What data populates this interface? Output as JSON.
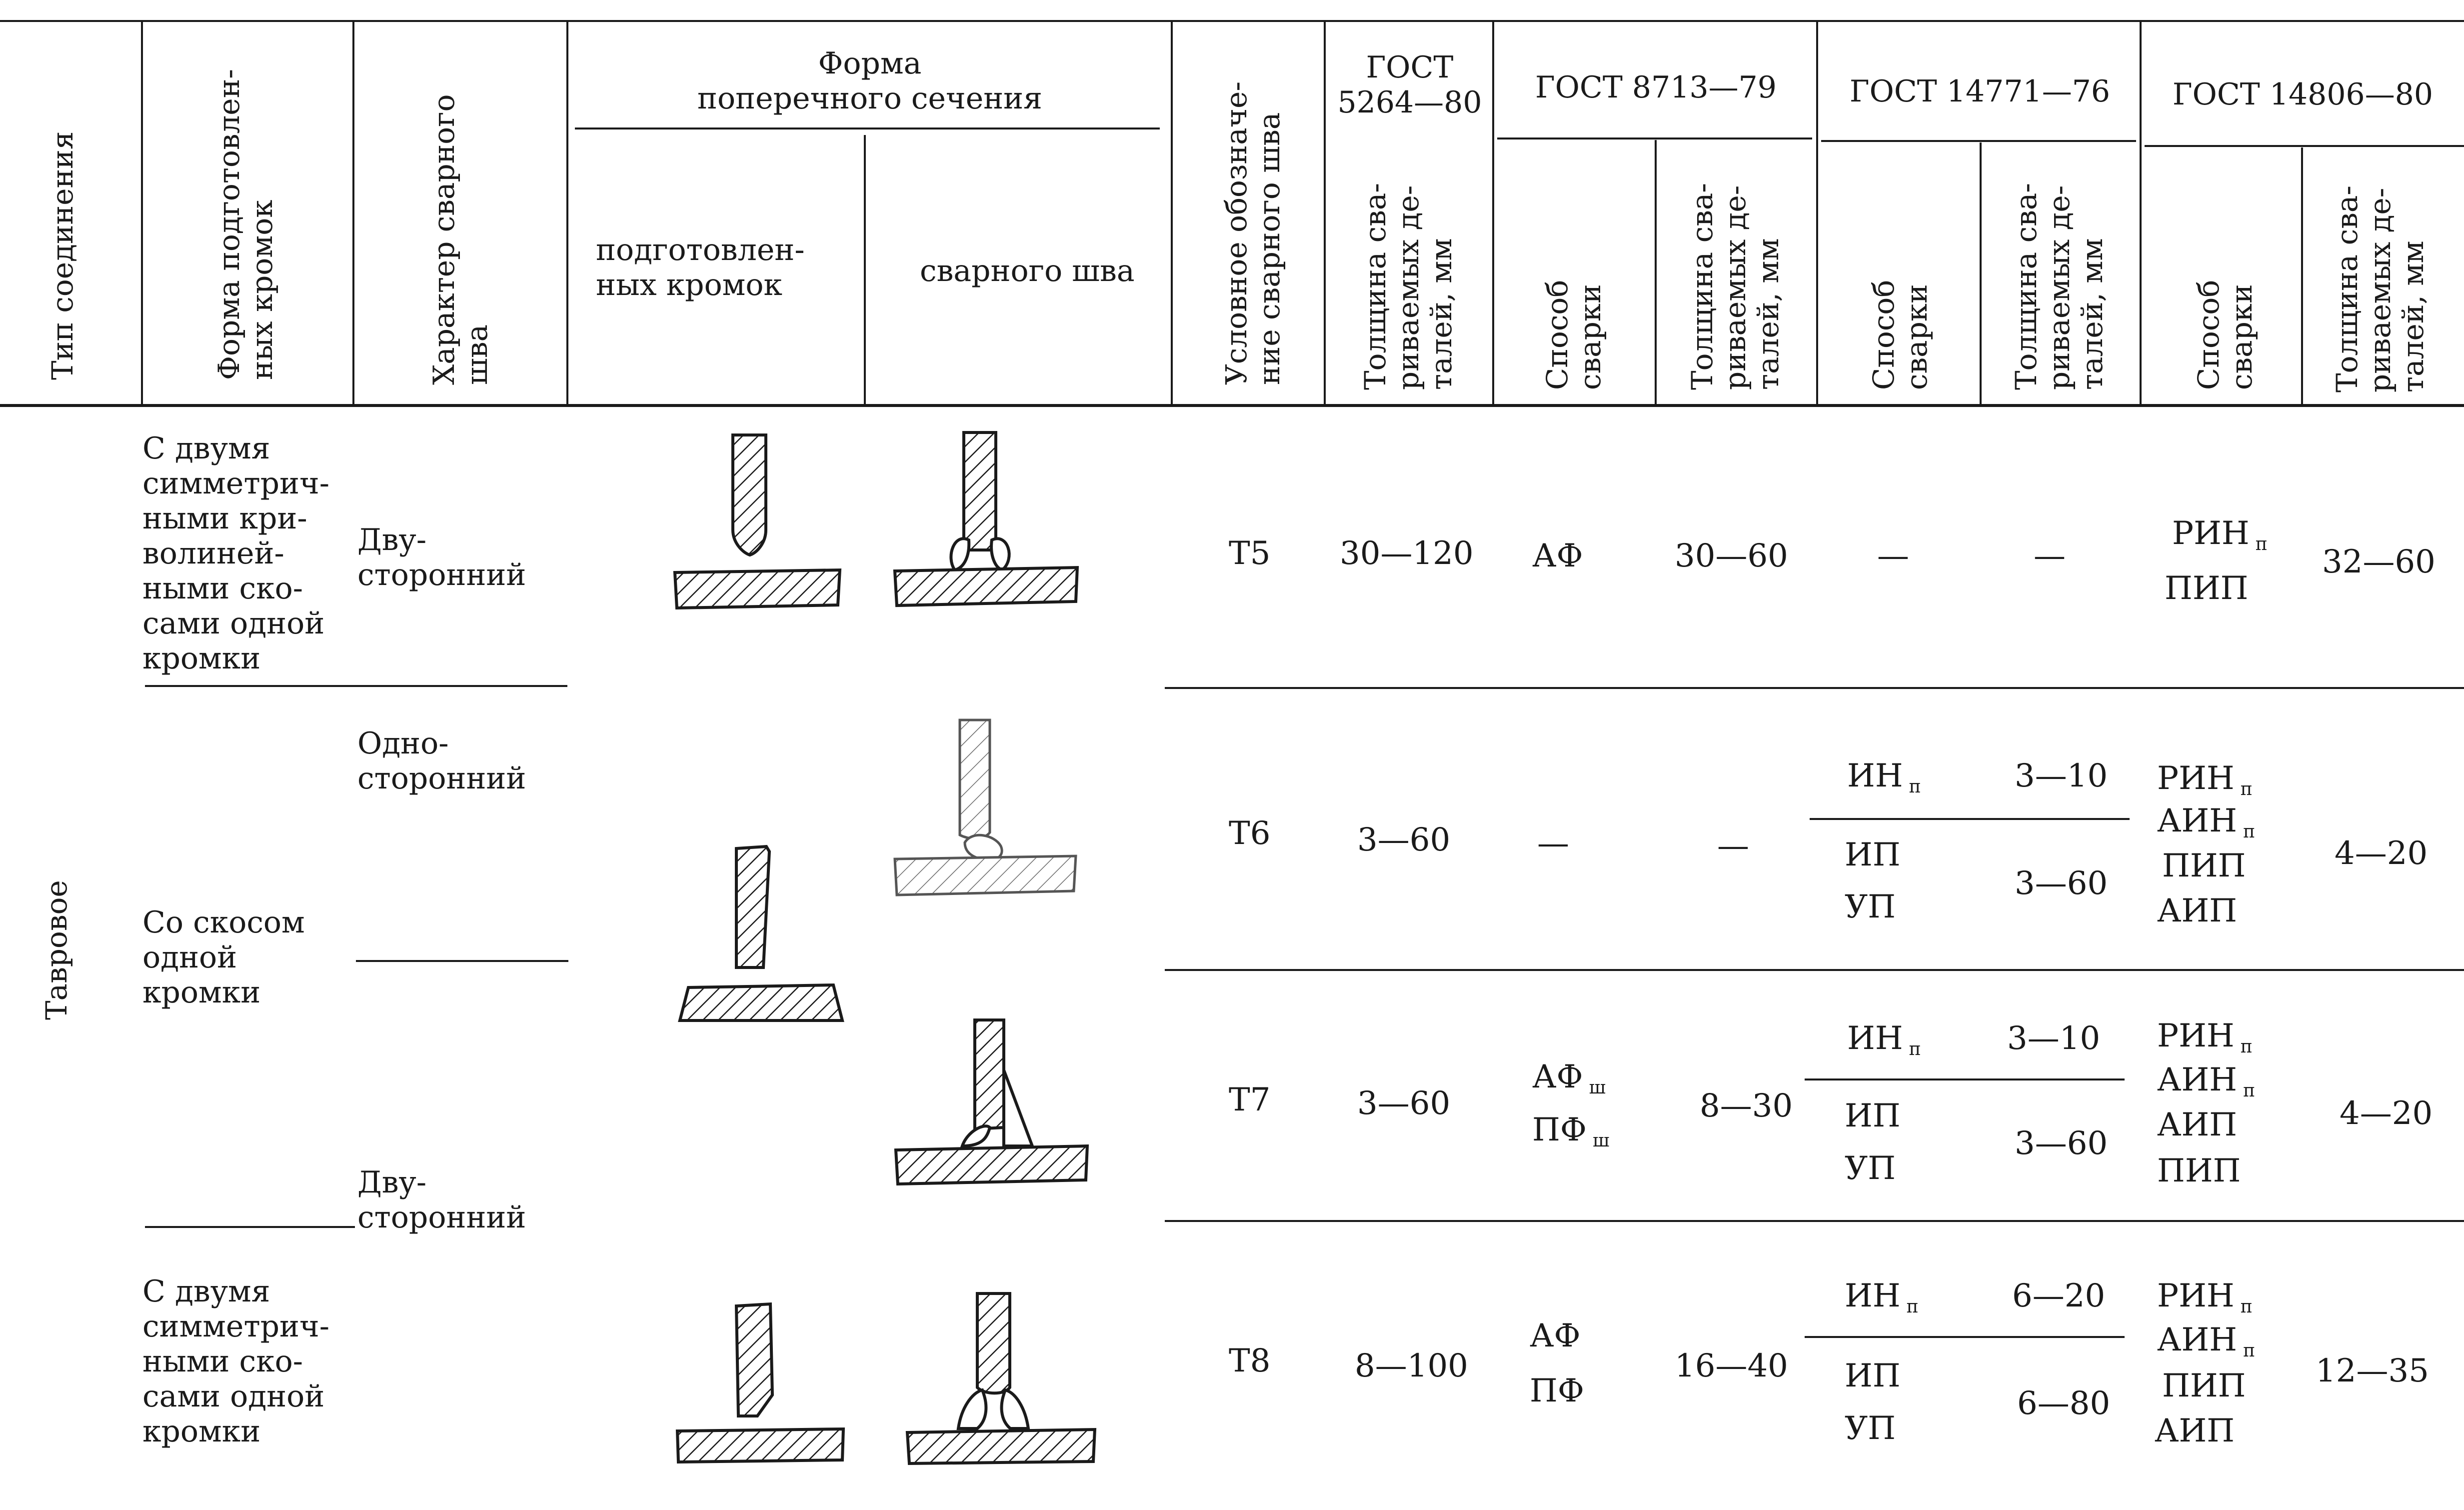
{
  "header": {
    "joint_type": "Тип соединения",
    "edge_form": [
      "Форма подготовлен-",
      "ных кромок"
    ],
    "seam_character": [
      "Характер сварного",
      "шва"
    ],
    "cross_section": [
      "Форма",
      "поперечного сечения"
    ],
    "prepared_edges": [
      "подготовлен-",
      "ных кромок"
    ],
    "weld_seam": "сварного шва",
    "designation": [
      "Условное обозначе-",
      "ние сварного шва"
    ],
    "gost_5264": [
      "ГОСТ",
      "5264—80"
    ],
    "gost_8713": "ГОСТ 8713—79",
    "gost_14771": "ГОСТ 14771—76",
    "gost_14806": "ГОСТ 14806—80",
    "thickness": [
      "Толщина сва-",
      "риваемых де-",
      "талей, мм"
    ],
    "method": [
      "Способ",
      "сварки"
    ]
  },
  "joint_name": "Тавровое",
  "edge_forms": {
    "t5": [
      "С двумя",
      "симметрич-",
      "ными кри-",
      "волиней-",
      "ными ско-",
      "сами одной",
      "кромки"
    ],
    "bevel": [
      "Со скосом",
      "одной",
      "кромки"
    ],
    "t8": [
      "С двумя",
      "симметрич-",
      "ными ско-",
      "сами одной",
      "кромки"
    ]
  },
  "seam_characters": {
    "two_sided_a": [
      "Дву-",
      "сторонний"
    ],
    "one_sided": [
      "Одно-",
      "сторонний"
    ],
    "two_sided_b": [
      "Дву-",
      "сторонний"
    ]
  },
  "rows": [
    {
      "designation": "Т5",
      "gost_5264": "30—120",
      "gost_8713_method": "АФ",
      "gost_8713_thickness": "30—60",
      "gost_14771_method": "—",
      "gost_14771_thickness": "—",
      "gost_14806_methods": [
        [
          "РИН",
          "п"
        ],
        [
          "ПИП",
          ""
        ]
      ],
      "gost_14806_thickness": "32—60"
    },
    {
      "designation": "Т6",
      "gost_5264": "3—60",
      "gost_8713_method": "—",
      "gost_8713_thickness": "—",
      "gost_14771_top_method": [
        "ИН",
        "п"
      ],
      "gost_14771_top_thickness": "3—10",
      "gost_14771_bottom_methods": [
        "ИП",
        "УП"
      ],
      "gost_14771_bottom_thickness": "3—60",
      "gost_14806_methods": [
        [
          "РИН",
          "п"
        ],
        [
          "АИН",
          "п"
        ],
        [
          "ПИП",
          ""
        ],
        [
          "АИП",
          ""
        ]
      ],
      "gost_14806_thickness": "4—20"
    },
    {
      "designation": "Т7",
      "gost_5264": "3—60",
      "gost_8713_methods": [
        [
          "АФ",
          "ш"
        ],
        [
          "ПФ",
          "ш"
        ]
      ],
      "gost_8713_thickness": "8—30",
      "gost_14771_top_method": [
        "ИН",
        "п"
      ],
      "gost_14771_top_thickness": "3—10",
      "gost_14771_bottom_methods": [
        "ИП",
        "УП"
      ],
      "gost_14771_bottom_thickness": "3—60",
      "gost_14806_methods": [
        [
          "РИН",
          "п"
        ],
        [
          "АИН",
          "п"
        ],
        [
          "АИП",
          ""
        ],
        [
          "ПИП",
          ""
        ]
      ],
      "gost_14806_thickness": "4—20"
    },
    {
      "designation": "Т8",
      "gost_5264": "8—100",
      "gost_8713_methods": [
        [
          "АФ",
          ""
        ],
        [
          "ПФ",
          ""
        ]
      ],
      "gost_8713_thickness": "16—40",
      "gost_14771_top_method": [
        "ИН",
        "п"
      ],
      "gost_14771_top_thickness": "6—20",
      "gost_14771_bottom_methods": [
        "ИП",
        "УП"
      ],
      "gost_14771_bottom_thickness": "6—80",
      "gost_14806_methods": [
        [
          "РИН",
          "п"
        ],
        [
          "АИН",
          "п"
        ],
        [
          "ПИП",
          ""
        ],
        [
          "АИП",
          ""
        ]
      ],
      "gost_14806_thickness": "12—35"
    }
  ]
}
